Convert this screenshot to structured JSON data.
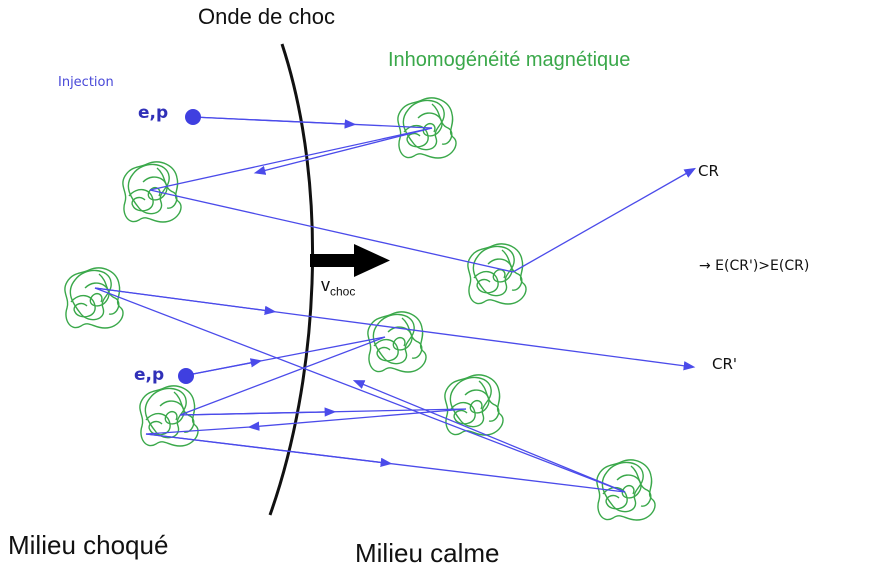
{
  "labels": {
    "shock_wave": "Onde de choc",
    "inhomogeneity": "Inhomogénéité magnétique",
    "injection": "Injection",
    "particles_1": "e,p",
    "particles_2": "e,p",
    "cr": "CR",
    "cr_prime": "CR'",
    "energy_relation": "→ E(CR')>E(CR)",
    "velocity_base": "v",
    "velocity_sub": "choc",
    "shocked_medium": "Milieu choqué",
    "calm_medium": "Milieu calme"
  },
  "colors": {
    "path": "#4b4bea",
    "particle": "#3f3fe0",
    "inhomogeneity": "#3aa84a",
    "shock": "#111111"
  },
  "icons": [
    "magnetic-inhomogeneity-icon",
    "particle-dot-icon",
    "shock-velocity-arrow"
  ]
}
